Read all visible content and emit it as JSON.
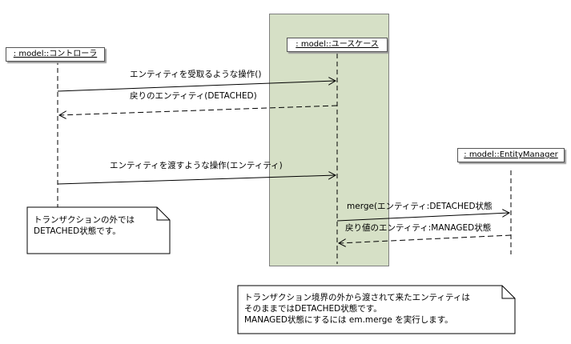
{
  "lifelines": {
    "controller": ": model::コントローラ",
    "usecase": ": model::ユースケース",
    "entity_manager": ": model::EntityManager"
  },
  "messages": {
    "m1": "エンティティを受取るような操作()",
    "m2": "戻りのエンティティ(DETACHED)",
    "m3": "エンティティを渡すような操作(エンティティ)",
    "m4": "merge(エンティティ:DETACHED状態",
    "m5": "戻り値のエンティティ:MANAGED状態"
  },
  "notes": {
    "left": [
      "トランザクションの外では",
      "DETACHED状態です。"
    ],
    "bottom": [
      "トランザクション境界の外から渡されて来たエンティティは",
      "そのままではDETACHED状態です。",
      "MANAGED状態にするには em.merge を実行します。"
    ]
  }
}
